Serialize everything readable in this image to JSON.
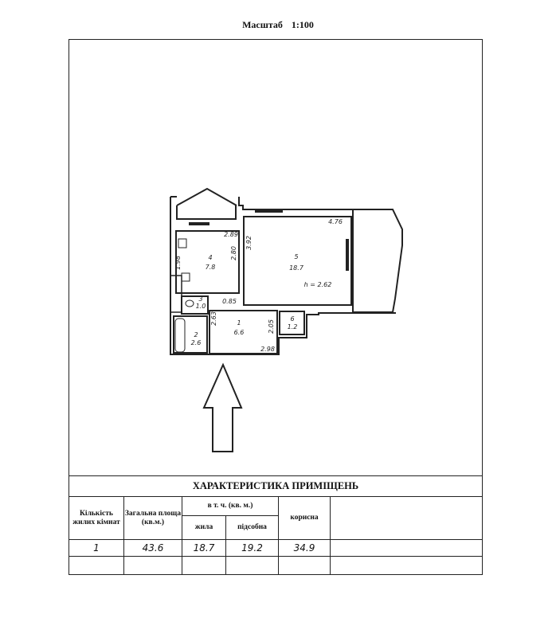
{
  "scale": {
    "label": "Масштаб",
    "value": "1:100"
  },
  "plan": {
    "rooms": [
      {
        "number": "1",
        "area": "6.6"
      },
      {
        "number": "2",
        "area": "2.6"
      },
      {
        "number": "3",
        "area": "1.0"
      },
      {
        "number": "4",
        "area": "7.8"
      },
      {
        "number": "5",
        "area": "18.7"
      },
      {
        "number": "6",
        "area": "1.2"
      }
    ],
    "dimensions": [
      "2.89",
      "1.98",
      "2.80",
      "3.92",
      "4.76",
      "0.85",
      "2.63",
      "2.05",
      "2.98"
    ],
    "ceiling_height": "h = 2.62"
  },
  "table": {
    "title": "ХАРАКТЕРИСТИКА ПРИМІЩЕНЬ",
    "headers": {
      "rooms_count": "Кількість жилих кімнат",
      "total_area": "Загальна площа (кв.м.)",
      "including": "в т. ч. (кв. м.)",
      "living": "жила",
      "auxiliary": "підсобна",
      "useful": "корисна"
    },
    "row": {
      "rooms_count": "1",
      "total_area": "43.6",
      "living": "18.7",
      "auxiliary": "19.2",
      "useful": "34.9"
    }
  }
}
